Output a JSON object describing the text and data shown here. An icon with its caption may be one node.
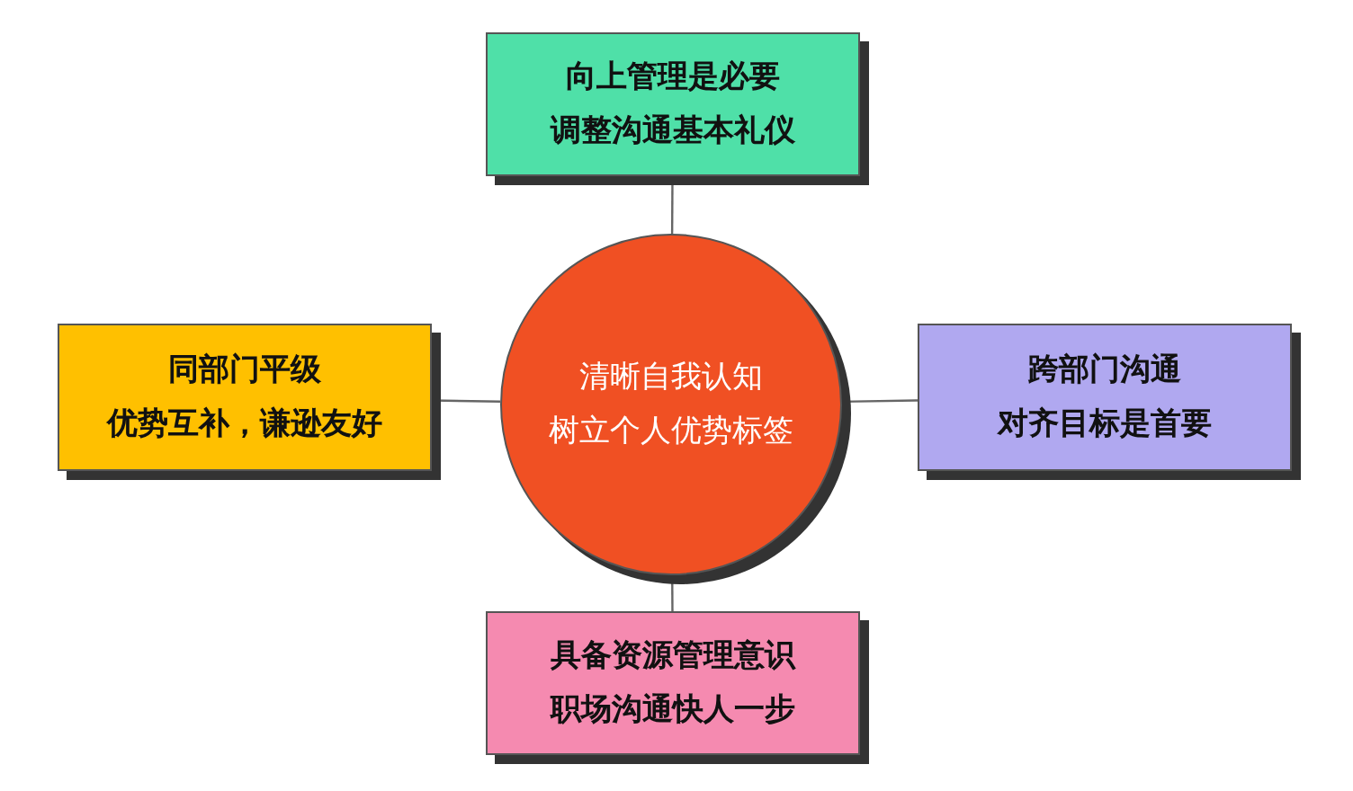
{
  "diagram": {
    "nodes": [
      {
        "text": [
          "向上管理是必要",
          "调整沟通基本礼仪"
        ]
      },
      {
        "text": [
          "同部门平级",
          "优势互补，谦逊友好"
        ]
      },
      {
        "text": [
          "清晰自我认知",
          "树立个人优势标签"
        ]
      },
      {
        "text": [
          "跨部门沟通",
          "对齐目标是首要"
        ]
      },
      {
        "text": [
          "具备资源管理意识",
          "职场沟通快人一步"
        ]
      }
    ],
    "edges": [
      {
        "from": 2,
        "to": 0,
        "arrow": "none"
      },
      {
        "from": 2,
        "to": 1,
        "arrow": "none"
      },
      {
        "from": 2,
        "to": 3,
        "arrow": "none"
      },
      {
        "from": 2,
        "to": 4,
        "arrow": "none"
      }
    ]
  }
}
